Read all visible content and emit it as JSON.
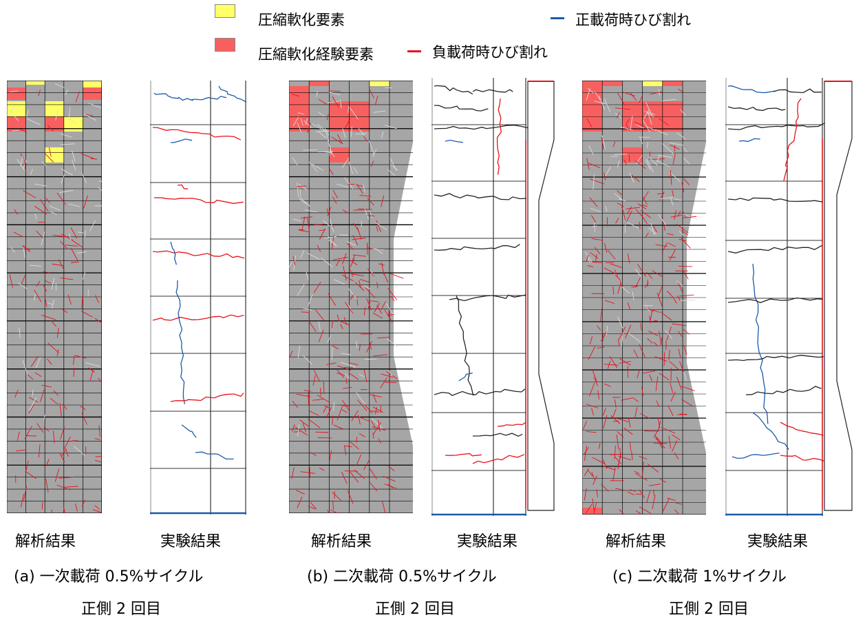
{
  "legend": {
    "soft_label": "圧縮軟化要素",
    "soft_exp_label": "圧縮軟化経験要素",
    "pos_crack_label": "正載荷時ひび割れ",
    "neg_crack_label": "負載荷時ひび割れ",
    "soft_color": "#ffff66",
    "soft_exp_color": "#f86060",
    "pos_crack_color": "#1a5aa8",
    "neg_crack_color": "#e8101a"
  },
  "figures": [
    {
      "id": "a",
      "analysis_label": "解析結果",
      "experiment_label": "実験結果",
      "caption_line1": "(a) 一次載荷 0.5%サイクル",
      "caption_line2": "正側 2 回目"
    },
    {
      "id": "b",
      "analysis_label": "解析結果",
      "experiment_label": "実験結果",
      "caption_line1": "(b) 二次載荷 0.5%サイクル",
      "caption_line2": "正側 2 回目"
    },
    {
      "id": "c",
      "analysis_label": "解析結果",
      "experiment_label": "実験結果",
      "caption_line1": "(c) 二次載荷 1%サイクル",
      "caption_line2": "正側 2 回目"
    }
  ],
  "colors": {
    "mesh_fill": "#a6a6a6",
    "mesh_line": "#000000",
    "crack_black": "#222222"
  }
}
